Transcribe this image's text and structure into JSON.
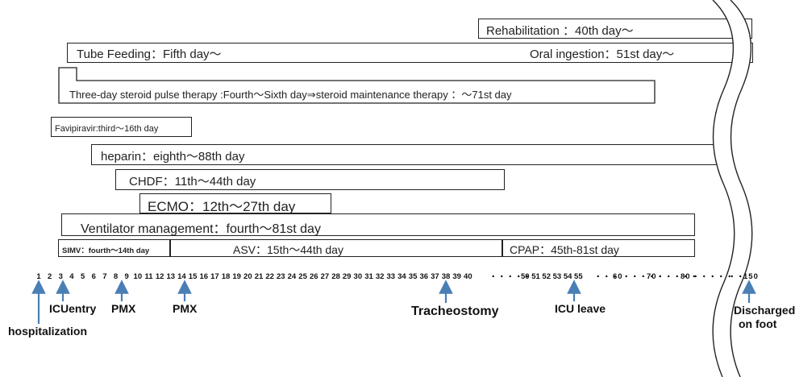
{
  "bars": {
    "rehabilitation": "Rehabilitation ：40th day～",
    "tube_feeding": "Tube Feeding：Fifth day～",
    "oral_ingestion": "Oral ingestion：51st day～",
    "steroid": "Three-day steroid pulse therapy :Fourth～Sixth day⇒steroid maintenance therapy ：～71st day",
    "favipiravir": "Favipiravir:third～16th day",
    "heparin": "heparin：eighth～88th day",
    "chdf": "CHDF：11th～44th day",
    "ecmo": "ECMO：12th～27th day",
    "ventilator": "Ventilator management：fourth～81st day",
    "simv": "SIMV：fourth～14th day",
    "asv": "ASV：15th～44th day",
    "cpap": "CPAP：45th-81st day"
  },
  "axis": {
    "days_1_40": [
      "1",
      "2",
      "3",
      "4",
      "5",
      "6",
      "7",
      "8",
      "9",
      "10",
      "11",
      "12",
      "13",
      "14",
      "15",
      "16",
      "17",
      "18",
      "19",
      "20",
      "21",
      "22",
      "23",
      "24",
      "25",
      "26",
      "27",
      "28",
      "29",
      "30",
      "31",
      "32",
      "33",
      "34",
      "35",
      "36",
      "37",
      "38",
      "39",
      "40"
    ],
    "dots_a": "・・・・・",
    "seg_50_55": "50 51 52 53 54 55",
    "dots_b": "・・・",
    "mark_60": "60",
    "dots_c": "・・・・・",
    "mark_70": "70",
    "dots_d": "・・・・・",
    "mark_80": "80",
    "dots_e": "・・・・・",
    "dots_f": "・・",
    "mark_150": "150"
  },
  "events": {
    "hospitalization": "hospitalization",
    "icu_entry": "ICUentry",
    "pmx1": "PMX",
    "pmx2": "PMX",
    "tracheostomy": "Tracheostomy",
    "icu_leave": "ICU leave",
    "discharged_line1": "Discharged",
    "discharged_line2": "on foot"
  },
  "colors": {
    "arrow": "#4a7fb5",
    "outline": "#222222"
  }
}
